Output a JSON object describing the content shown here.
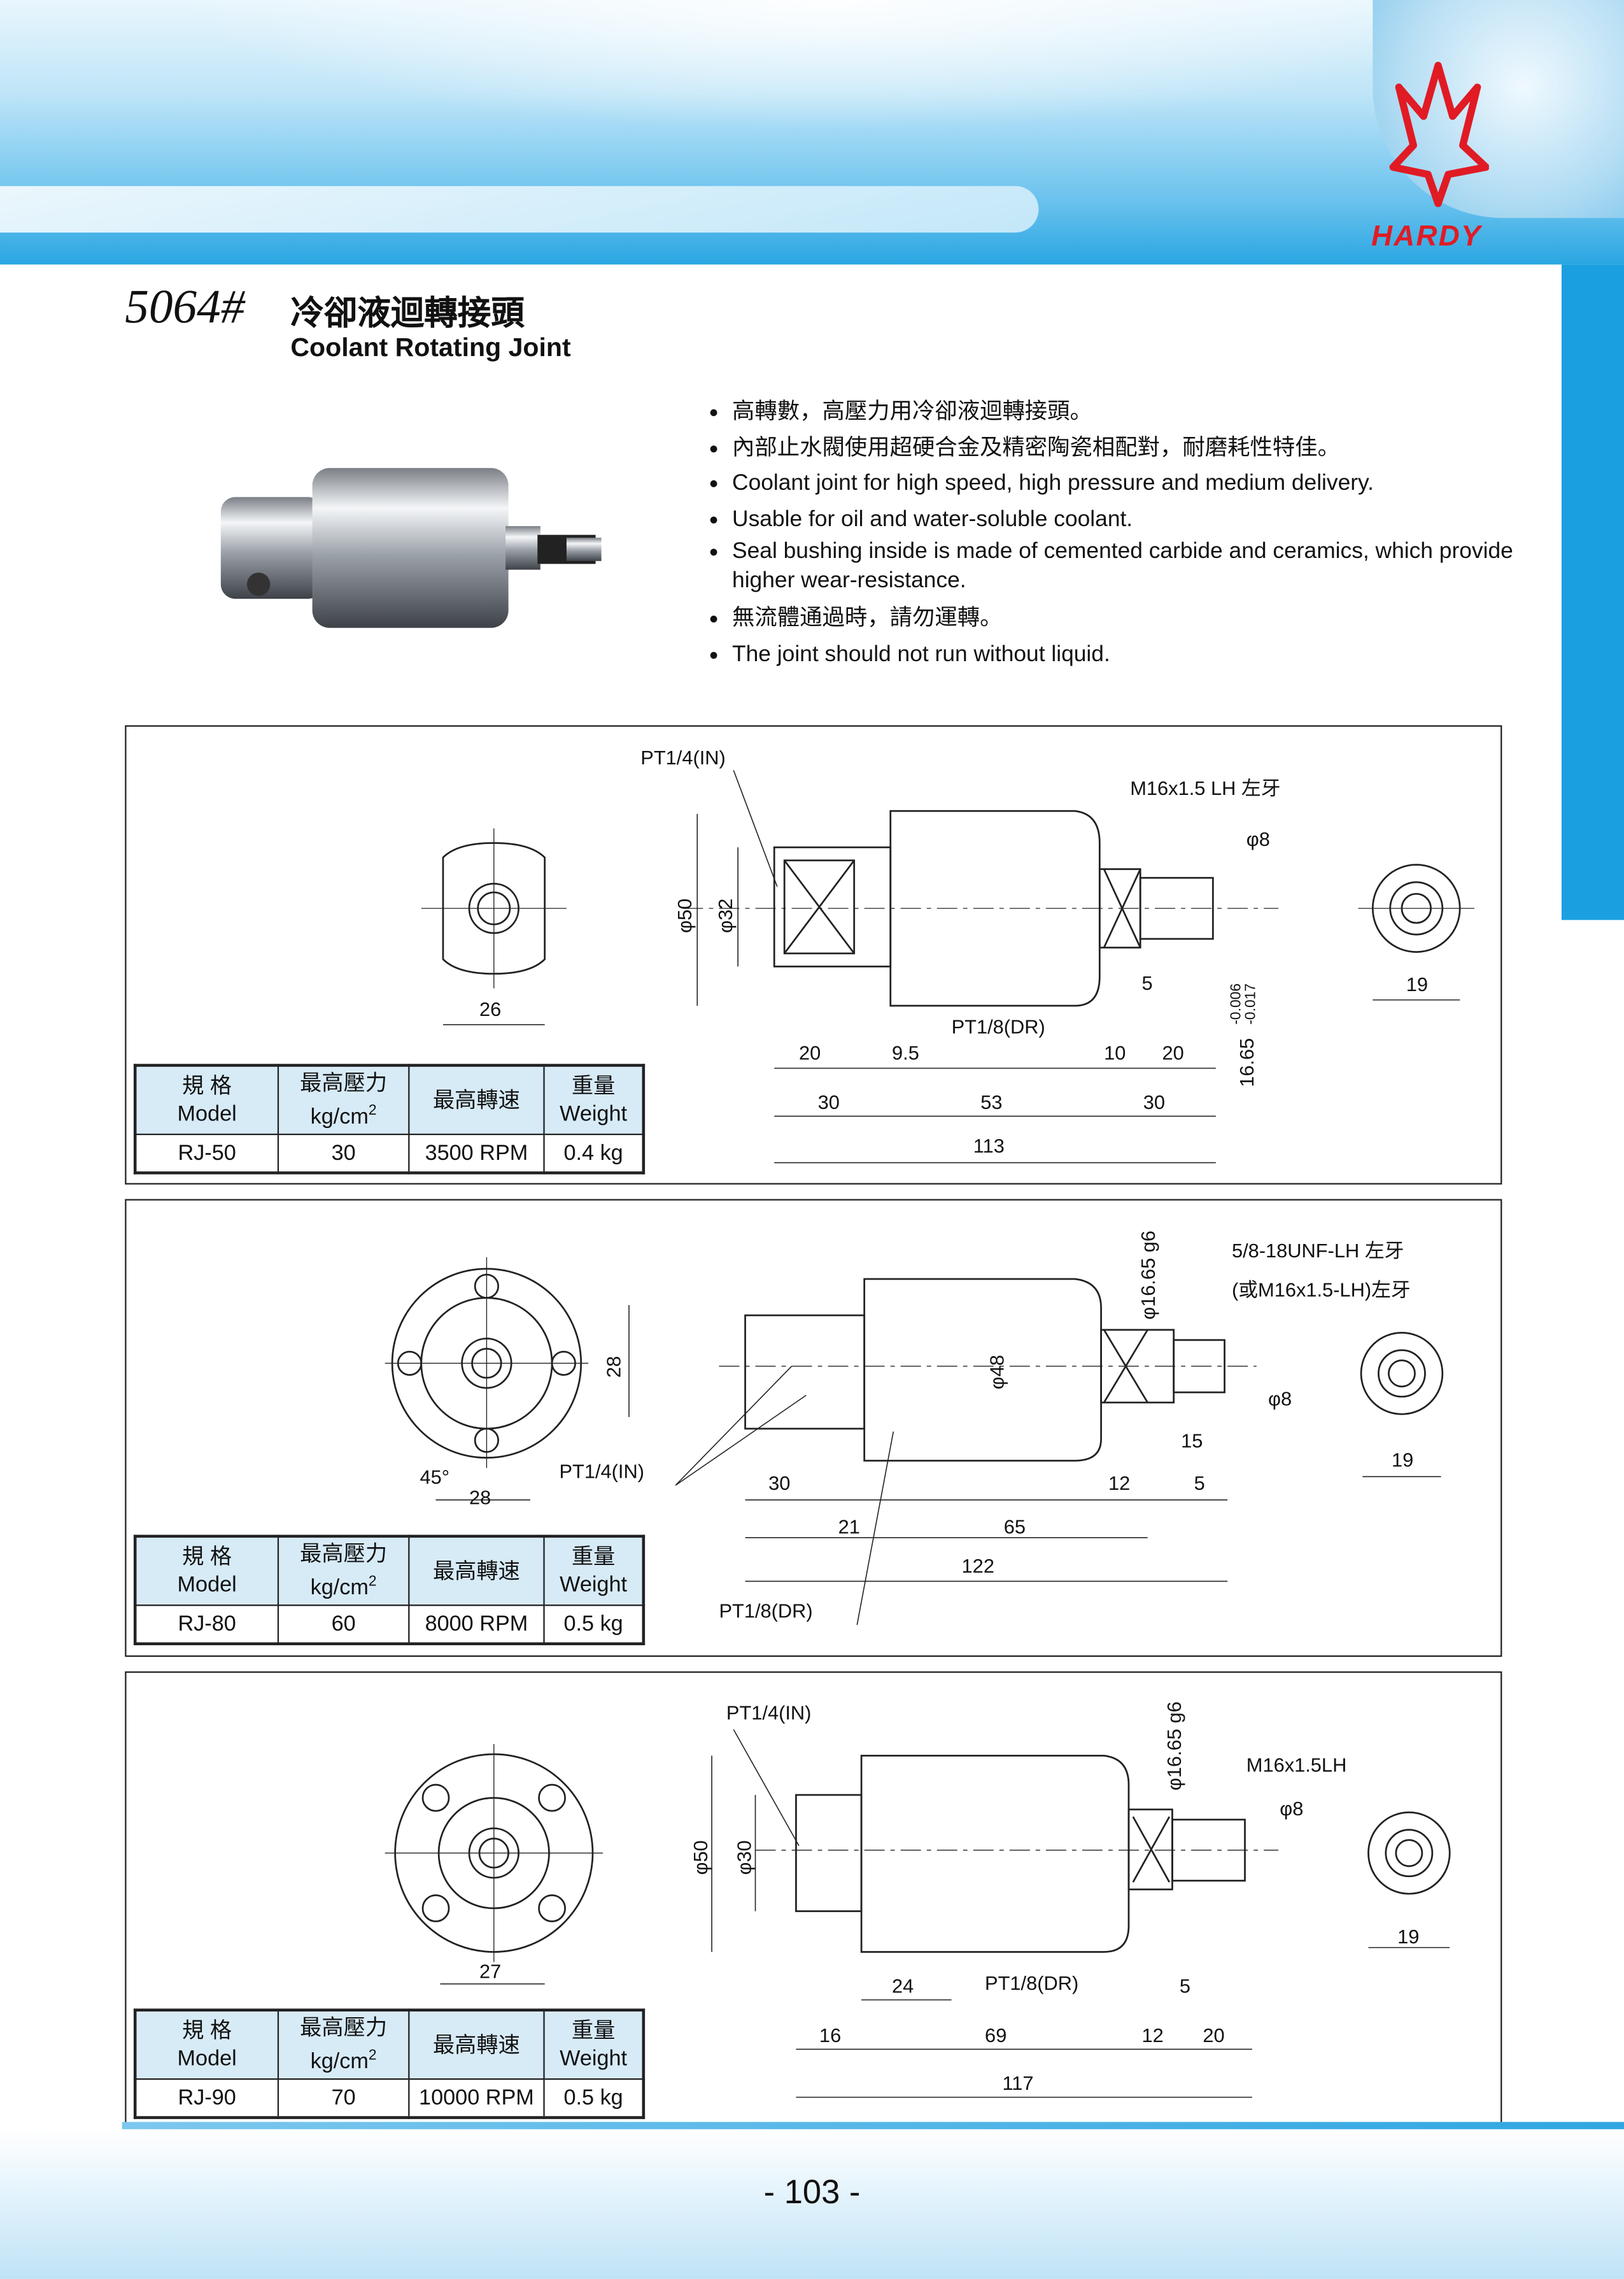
{
  "brand": {
    "logo_text": "HARDY",
    "accent": "#1aa0e0",
    "logo_color": "#e01b24"
  },
  "header": {
    "code": "5064#",
    "title_zh": "冷卻液迴轉接頭",
    "title_en": "Coolant Rotating Joint"
  },
  "features": [
    "高轉數，高壓力用冷卻液迴轉接頭。",
    "內部止水閥使用超硬合金及精密陶瓷相配對，耐磨耗性特佳。",
    "Coolant joint for high speed, high  pressure and medium delivery.",
    "Usable for oil and water-soluble coolant.",
    "Seal bushing inside is made of cemented carbide and ceramics, which provide higher wear-resistance.",
    "無流體通過時，請勿運轉。",
    "The joint should not run without liquid."
  ],
  "table_header": {
    "model_zh": "規 格",
    "model_en": "Model",
    "pressure_zh": "最高壓力",
    "pressure_unit": "kg/cm",
    "pressure_sup": "2",
    "speed_zh": "最高轉速",
    "weight_zh": "重量",
    "weight_en": "Weight"
  },
  "models": [
    {
      "model": "RJ-50",
      "pressure": "30",
      "speed": "3500 RPM",
      "weight": "0.4 kg",
      "labels": [
        "PT1/4(IN)",
        "M16x1.5 LH 左牙",
        "φ8",
        "φ50",
        "φ32",
        "26",
        "5",
        "19",
        "16.65",
        "-0.006",
        "-0.017",
        "PT1/8(DR)",
        "20",
        "9.5",
        "10",
        "20",
        "30",
        "53",
        "30",
        "113"
      ]
    },
    {
      "model": "RJ-80",
      "pressure": "60",
      "speed": "8000 RPM",
      "weight": "0.5 kg",
      "labels": [
        "φ16.65 g6",
        "5/8-18UNF-LH 左牙",
        "(或M16x1.5-LH)左牙",
        "28",
        "φ48",
        "φ8",
        "15",
        "19",
        "45°",
        "28",
        "PT1/4(IN)",
        "30",
        "12",
        "5",
        "21",
        "65",
        "122",
        "PT1/8(DR)"
      ]
    },
    {
      "model": "RJ-90",
      "pressure": "70",
      "speed": "10000 RPM",
      "weight": "0.5 kg",
      "labels": [
        "PT1/4(IN)",
        "φ16.65  g6",
        "M16x1.5LH",
        "φ8",
        "φ50",
        "φ30",
        "19",
        "27",
        "24",
        "PT1/8(DR)",
        "5",
        "16",
        "69",
        "12",
        "20",
        "117"
      ]
    }
  ],
  "page_number": "- 103 -"
}
